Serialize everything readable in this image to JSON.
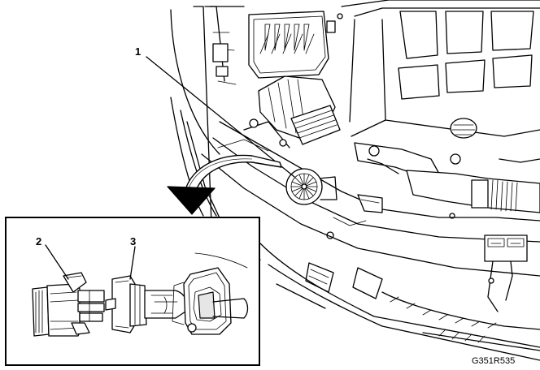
{
  "callouts": {
    "c1": "1",
    "c2": "2",
    "c3": "3"
  },
  "figure_code": "G351R535"
}
